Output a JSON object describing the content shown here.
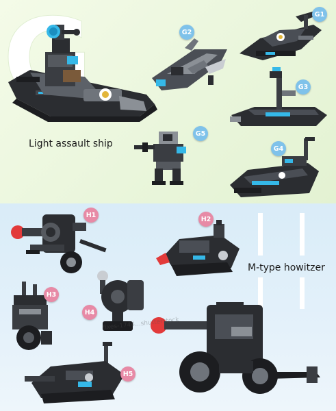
{
  "top_panel": {
    "big_letter": "G",
    "caption": "Light assault ship",
    "badges": {
      "g1": "G1",
      "g2": "G2",
      "g3": "G3",
      "g4": "G4",
      "g5": "G5"
    }
  },
  "bottom_panel": {
    "caption": "M-type howitzer",
    "badges": {
      "h1": "H1",
      "h2": "H2",
      "h3": "H3",
      "h4": "H4",
      "h5": "H5"
    }
  },
  "watermark": "fixes-1744...shutterstock",
  "colors": {
    "top_bg": "#eaf6dc",
    "bottom_bg": "#e0eff9",
    "badge_g": "#7fc2ea",
    "badge_h": "#e78aa6",
    "brick_dark": "#2b2d31",
    "brick_grey": "#8b9096",
    "accent_blue": "#35b8e8",
    "accent_red": "#e23a3a"
  }
}
